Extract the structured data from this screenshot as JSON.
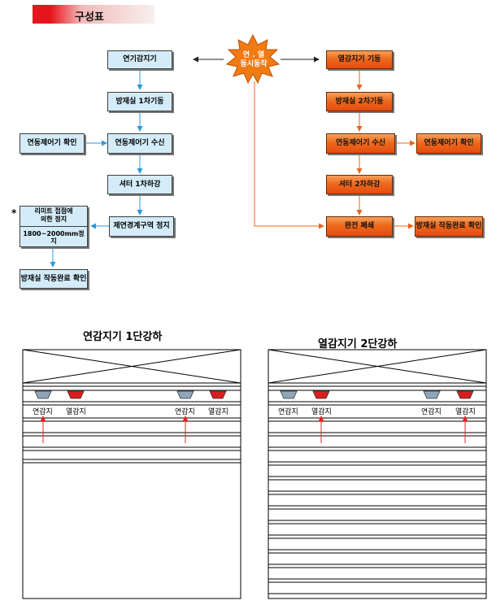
{
  "header": {
    "title": "구성표"
  },
  "center": {
    "line1": "연 . 열",
    "line2": "동시동작"
  },
  "left_flow": {
    "smoke_detector": "연기감지기",
    "room_first_start": "방재실 1차기동",
    "interlock_receive": "연동제어기 수신",
    "interlock_confirm": "연동제어기 확인",
    "shutter_first_down": "셔터 1차하강",
    "smoke_zone_stop": "제연경계구역 정지",
    "limit_note_mark": "*",
    "limit_contact": "리미트 접점에\n의한 정지",
    "limit_range": "1800~2000mm정지",
    "room_complete": "방재실 작동완료 확인"
  },
  "right_flow": {
    "heat_detector_start": "열감지기 기동",
    "room_second_start": "방재실 2차기동",
    "interlock_receive": "연동제어기 수신",
    "interlock_confirm": "연동제어기 확인",
    "shutter_second_down": "셔터 2차하강",
    "full_close": "완전 폐쇄",
    "room_complete": "방재실 작동완료 확인"
  },
  "door_left": {
    "title": "연감지기 1단강하",
    "labels": [
      "연감지",
      "열감지",
      "연감지",
      "열감지"
    ]
  },
  "door_right": {
    "title": "열감지기 2단강하",
    "labels": [
      "연감지",
      "열감지",
      "연감지",
      "열감지"
    ]
  },
  "colors": {
    "blue_box": "#d4ecf9",
    "orange_box": "#ee6a1c",
    "blue_arrow": "#2b9ad8",
    "orange_arrow": "#e8641e",
    "smoke_detector": "#8fa6b8",
    "heat_detector": "#d81e1e",
    "burst": "#f07a14"
  }
}
